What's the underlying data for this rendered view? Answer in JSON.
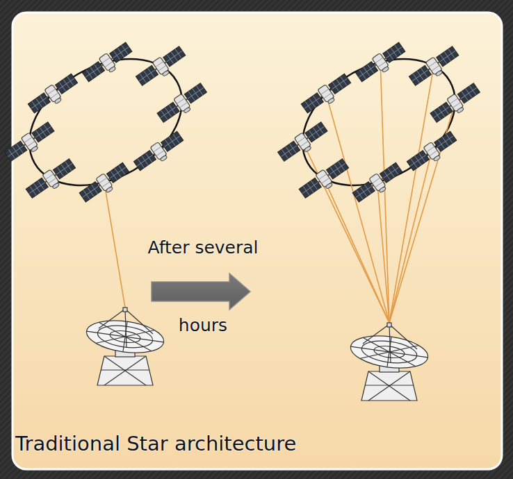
{
  "diagram": {
    "caption": "Traditional Star architecture",
    "labels": [
      "After several",
      "hours"
    ]
  }
}
